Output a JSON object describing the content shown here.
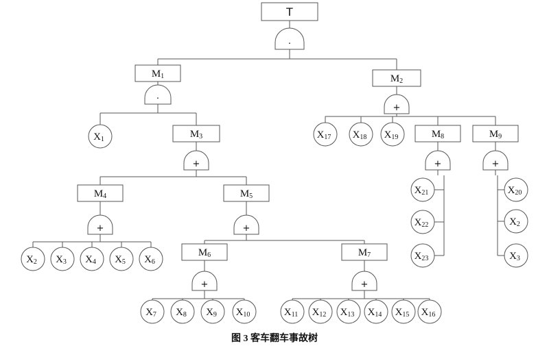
{
  "caption": "图 3  客车翻车事故树",
  "gate_symbols": {
    "and": "·",
    "or": "+"
  },
  "nodes": {
    "T": {
      "main": "T",
      "sub": ""
    },
    "M1": {
      "main": "M",
      "sub": "1"
    },
    "M2": {
      "main": "M",
      "sub": "2"
    },
    "M3": {
      "main": "M",
      "sub": "3"
    },
    "M4": {
      "main": "M",
      "sub": "4"
    },
    "M5": {
      "main": "M",
      "sub": "5"
    },
    "M6": {
      "main": "M",
      "sub": "6"
    },
    "M7": {
      "main": "M",
      "sub": "7"
    },
    "M8": {
      "main": "M",
      "sub": "8"
    },
    "M9": {
      "main": "M",
      "sub": "9"
    },
    "X1": {
      "main": "X",
      "sub": "1"
    },
    "X2a": {
      "main": "X",
      "sub": "2"
    },
    "X3a": {
      "main": "X",
      "sub": "3"
    },
    "X4": {
      "main": "X",
      "sub": "4"
    },
    "X5": {
      "main": "X",
      "sub": "5"
    },
    "X6": {
      "main": "X",
      "sub": "6"
    },
    "X7": {
      "main": "X",
      "sub": "7"
    },
    "X8": {
      "main": "X",
      "sub": "8"
    },
    "X9": {
      "main": "X",
      "sub": "9"
    },
    "X10": {
      "main": "X",
      "sub": "10"
    },
    "X11": {
      "main": "X",
      "sub": "11"
    },
    "X12": {
      "main": "X",
      "sub": "12"
    },
    "X13": {
      "main": "X",
      "sub": "13"
    },
    "X14": {
      "main": "X",
      "sub": "14"
    },
    "X15": {
      "main": "X",
      "sub": "15"
    },
    "X16": {
      "main": "X",
      "sub": "16"
    },
    "X17": {
      "main": "X",
      "sub": "17"
    },
    "X18": {
      "main": "X",
      "sub": "18"
    },
    "X19": {
      "main": "X",
      "sub": "19"
    },
    "X21": {
      "main": "X",
      "sub": "21"
    },
    "X22": {
      "main": "X",
      "sub": "22"
    },
    "X23": {
      "main": "X",
      "sub": "23"
    },
    "X20": {
      "main": "X",
      "sub": "20"
    },
    "X2b": {
      "main": "X",
      "sub": "2"
    },
    "X3b": {
      "main": "X",
      "sub": "3"
    }
  }
}
